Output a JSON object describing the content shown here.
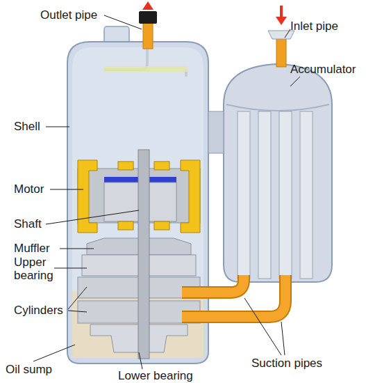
{
  "diagram": {
    "labels": [
      "Outlet pipe",
      "Inlet pipe",
      "Accumulator",
      "Shell",
      "Motor",
      "Shaft",
      "Muffler",
      "Upper bearing",
      "Cylinders",
      "Oil sump",
      "Lower bearing",
      "Suction pipes"
    ]
  }
}
